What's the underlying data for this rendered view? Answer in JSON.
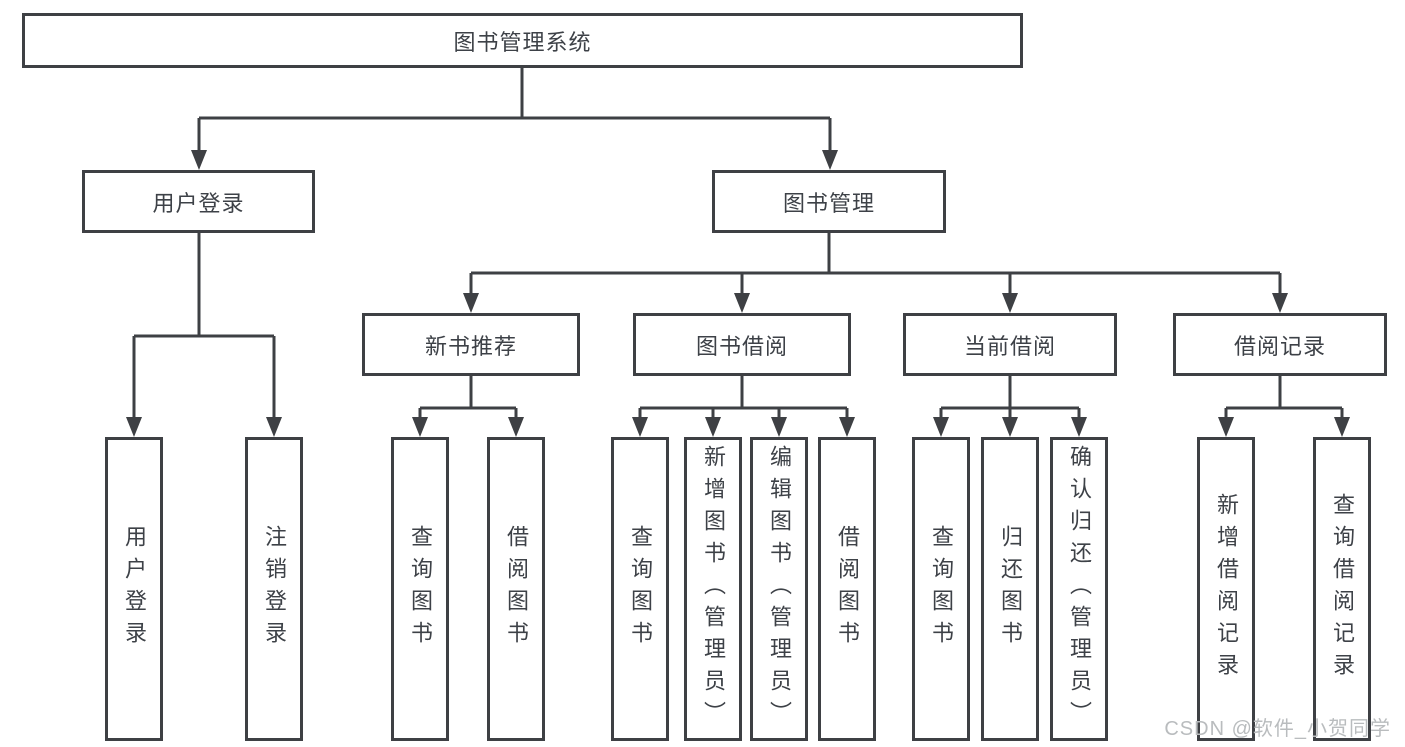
{
  "diagram": {
    "title": "图书管理系统",
    "colors": {
      "line": "#3e4044",
      "text": "#3d4147",
      "box_background": "#ffffff",
      "watermark": "#b9bcbe"
    },
    "tree": {
      "label": "图书管理系统",
      "children": [
        {
          "label": "用户登录",
          "children": [
            {
              "label": "用户登录"
            },
            {
              "label": "注销登录"
            }
          ]
        },
        {
          "label": "图书管理",
          "children": [
            {
              "label": "新书推荐",
              "children": [
                {
                  "label": "查询图书"
                },
                {
                  "label": "借阅图书"
                }
              ]
            },
            {
              "label": "图书借阅",
              "children": [
                {
                  "label": "查询图书"
                },
                {
                  "label": "新增图书（管理员）"
                },
                {
                  "label": "编辑图书（管理员）"
                },
                {
                  "label": "借阅图书"
                }
              ]
            },
            {
              "label": "当前借阅",
              "children": [
                {
                  "label": "查询图书"
                },
                {
                  "label": "归还图书"
                },
                {
                  "label": "确认归还（管理员）"
                }
              ]
            },
            {
              "label": "借阅记录",
              "children": [
                {
                  "label": "新增借阅记录"
                },
                {
                  "label": "查询借阅记录"
                }
              ]
            }
          ]
        }
      ]
    },
    "watermark": "CSDN @软件_小贺同学"
  }
}
